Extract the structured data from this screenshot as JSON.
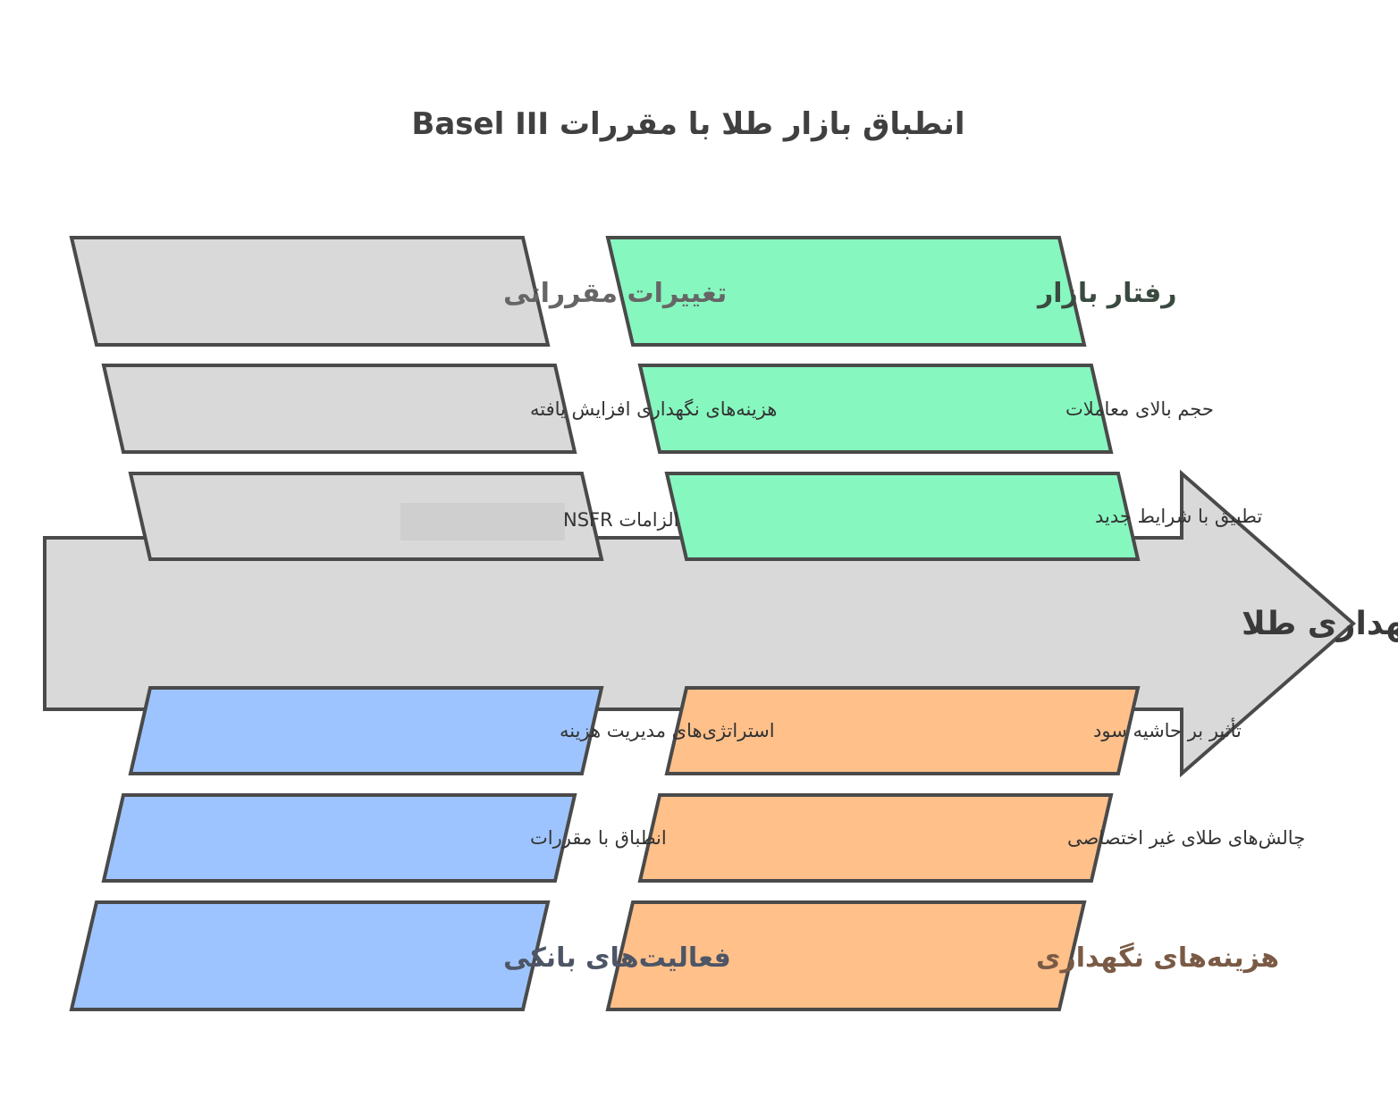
{
  "title": "انطباق بازار طلا با مقررات   Basel III",
  "effect": "افزایش هزینه‌های نگهداری طلا",
  "colors": {
    "arrow": "#d9d9d9",
    "regulatory": "#d9d9d9",
    "market": "#86f7bf",
    "banking": "#9ec4ff",
    "storage": "#ffc08a",
    "text_regulatory": "#666666",
    "text_market": "#3a4a40",
    "text_banking": "#4d5566",
    "text_storage": "#7a5a45"
  },
  "categories": {
    "regulatory": {
      "heading": "تغییرات مقرراتی",
      "items": [
        "هزینه‌های نگهداری افزایش یافته",
        "الزامات   NSFR"
      ]
    },
    "market": {
      "heading": "رفتار بازار",
      "items": [
        "حجم بالای معاملات",
        "تطبیق با شرایط جدید"
      ]
    },
    "banking": {
      "heading": "فعالیت‌های بانکی",
      "items": [
        "استراتژی‌های مدیریت هزینه",
        "انطباق با مقررات"
      ]
    },
    "storage": {
      "heading": "هزینه‌های نگهداری",
      "items": [
        "تأثیر بر حاشیه سود",
        "چالش‌های طلای غیر اختصاصی"
      ]
    }
  }
}
